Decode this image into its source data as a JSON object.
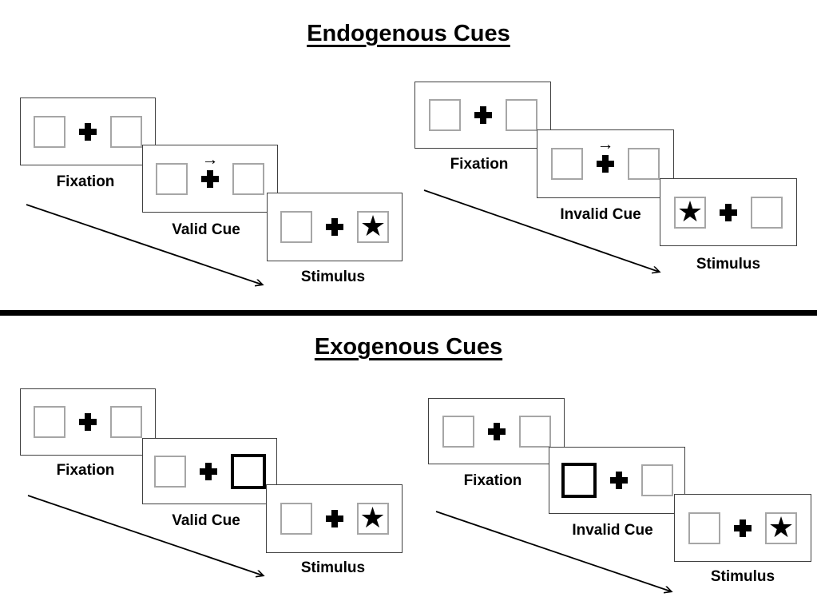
{
  "symbols": {
    "target_star": "★",
    "endogenous_cue_arrow": "→"
  },
  "colors": {
    "background": "#ffffff",
    "divider": "#000000",
    "panel_border": "#404040",
    "placeholder_box_border": "#a6a6a6",
    "exogenous_cue_box_border": "#000000",
    "text": "#000000"
  },
  "sections": {
    "endogenous": {
      "title": "Endogenous Cues",
      "trials": {
        "valid": {
          "fixation_label": "Fixation",
          "cue_label": "Valid Cue",
          "stimulus_label": "Stimulus",
          "cue_symbol_side": "center",
          "target_side": "right"
        },
        "invalid": {
          "fixation_label": "Fixation",
          "cue_label": "Invalid Cue",
          "stimulus_label": "Stimulus",
          "cue_symbol_side": "center",
          "target_side": "left"
        }
      }
    },
    "exogenous": {
      "title": "Exogenous Cues",
      "trials": {
        "valid": {
          "fixation_label": "Fixation",
          "cue_label": "Valid Cue",
          "stimulus_label": "Stimulus",
          "cue_box_side": "right",
          "target_side": "right"
        },
        "invalid": {
          "fixation_label": "Fixation",
          "cue_label": "Invalid Cue",
          "stimulus_label": "Stimulus",
          "cue_box_side": "left",
          "target_side": "right"
        }
      }
    }
  }
}
